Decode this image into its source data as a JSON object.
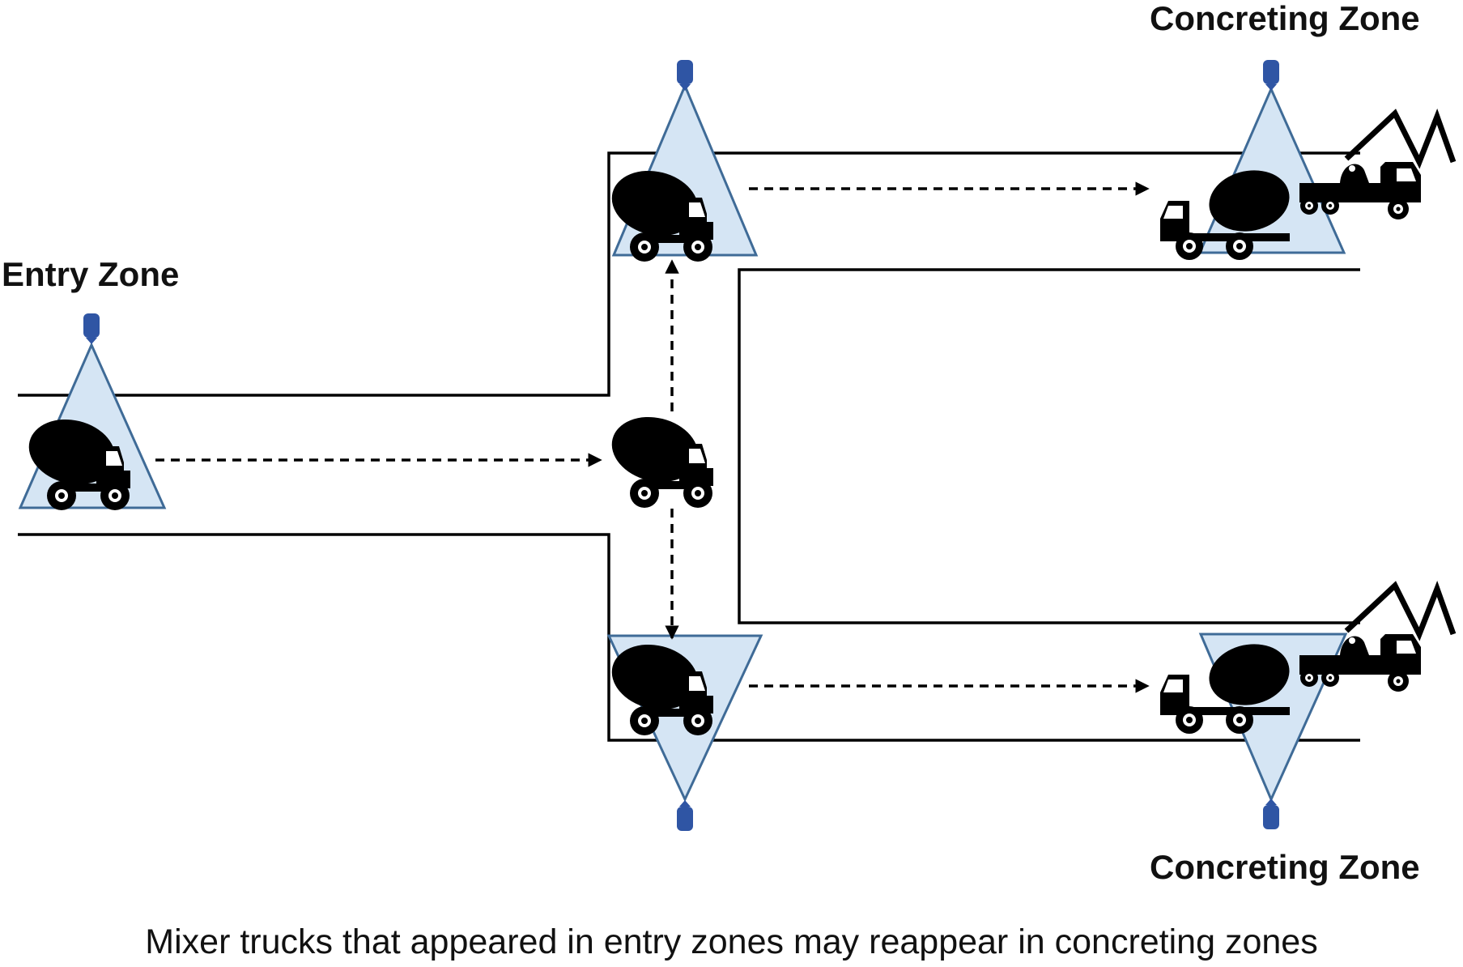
{
  "labels": {
    "entry_zone": "Entry Zone",
    "concreting_zone_top": "Concreting Zone",
    "concreting_zone_bottom": "Concreting Zone"
  },
  "caption": "Mixer trucks that appeared in entry zones may reappear in concreting zones",
  "colors": {
    "camera": "#2f55a4",
    "fov_fill": "#d5e5f4",
    "fov_stroke": "#3f6b97",
    "road": "#000000",
    "truck": "#000000"
  },
  "icons": [
    "camera-icon",
    "mixer-truck-icon",
    "concrete-pump-truck-icon"
  ]
}
